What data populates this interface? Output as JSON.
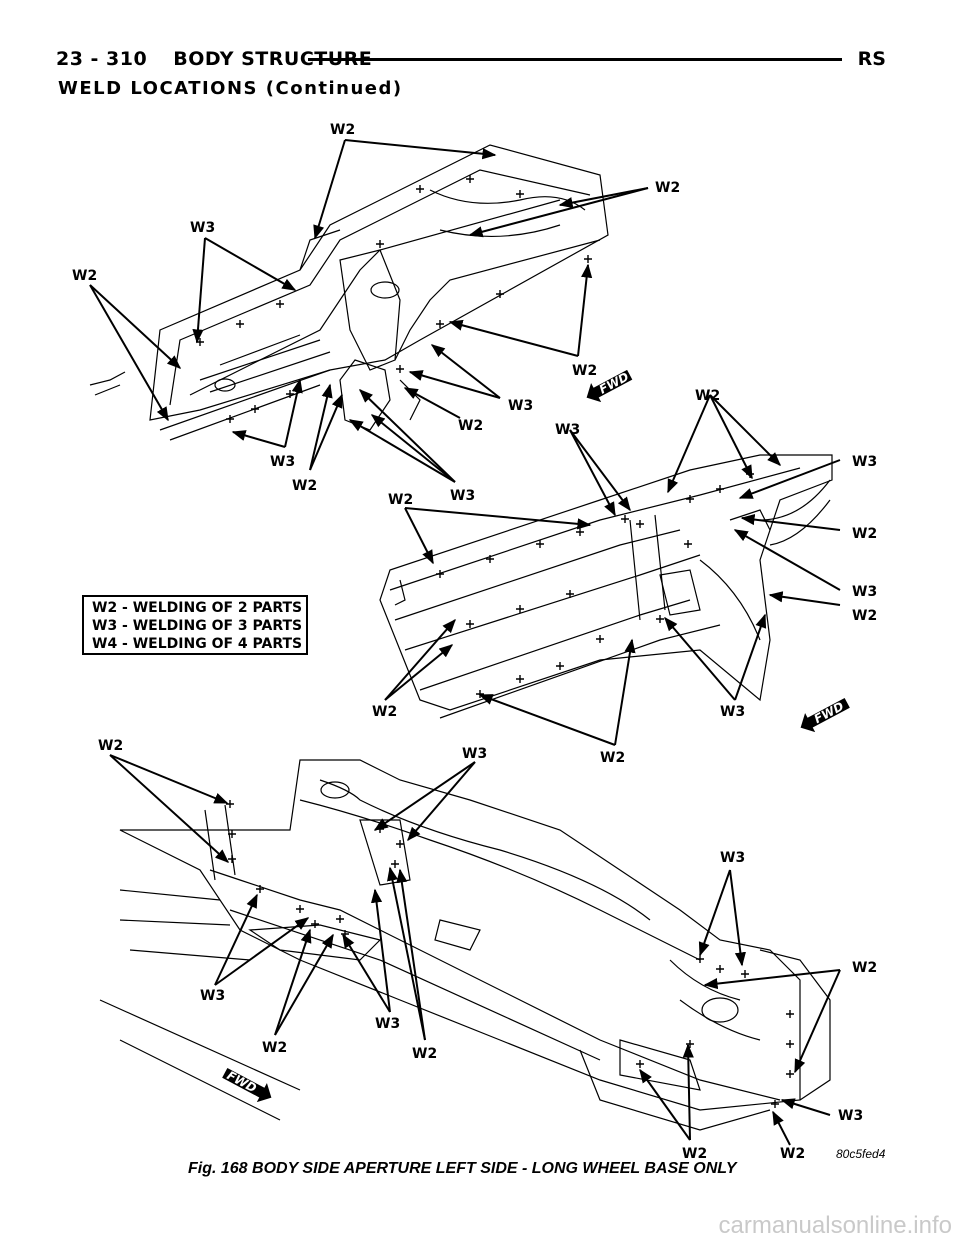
{
  "header": {
    "page_number": "23 - 310",
    "section_title": "BODY STRUCTURE",
    "model_code": "RS"
  },
  "subheader": "WELD LOCATIONS (Continued)",
  "legend": {
    "items": [
      "W2 - WELDING OF 2 PARTS",
      "W3 - WELDING OF 3 PARTS",
      "W4 - WELDING OF 4 PARTS"
    ]
  },
  "callouts": {
    "w2": "W2",
    "w3": "W3",
    "fwd": "FWD"
  },
  "figure_id": "80c5fed4",
  "caption": "Fig. 168 BODY SIDE APERTURE LEFT SIDE - LONG WHEEL BASE ONLY",
  "watermark": "carmanualsonline.info"
}
